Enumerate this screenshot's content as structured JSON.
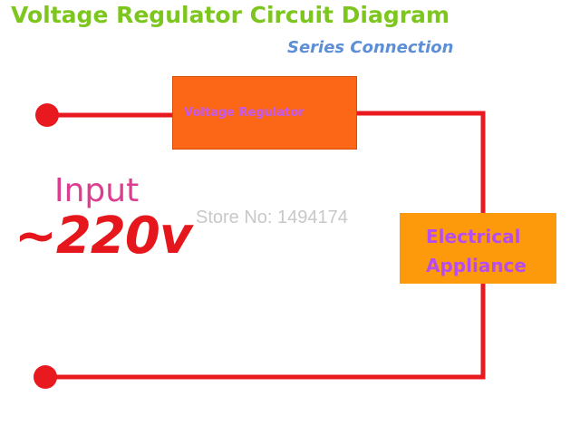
{
  "diagram": {
    "title": "Voltage Regulator Circuit Diagram",
    "subtitle": "Series Connection",
    "regulator_label": "Voltage Regulator",
    "appliance_label_line1": "Electrical",
    "appliance_label_line2": "Appliance",
    "input_label": "Input",
    "voltage_label": "~220v",
    "watermark": "Store No: 1494174"
  },
  "colors": {
    "wire": "#e8191f",
    "title": "#7dc61e",
    "subtitle": "#5c8fd6",
    "regulator_box": "#fc6617",
    "appliance_box": "#fd9a0b",
    "box_text": "#b74cf0",
    "input_text": "#dc3d8e",
    "voltage_text": "#e5171c",
    "watermark": "#c8c8c8"
  }
}
